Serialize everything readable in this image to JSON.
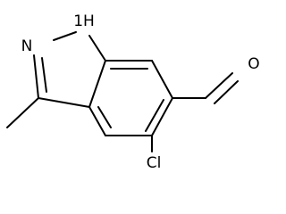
{
  "molecule": {
    "atoms": {
      "n_ring": "N",
      "nh": "1H",
      "oxygen": "O",
      "chlorine": "Cl"
    }
  },
  "colors": {
    "bond": "#000000",
    "background": "#ffffff"
  }
}
